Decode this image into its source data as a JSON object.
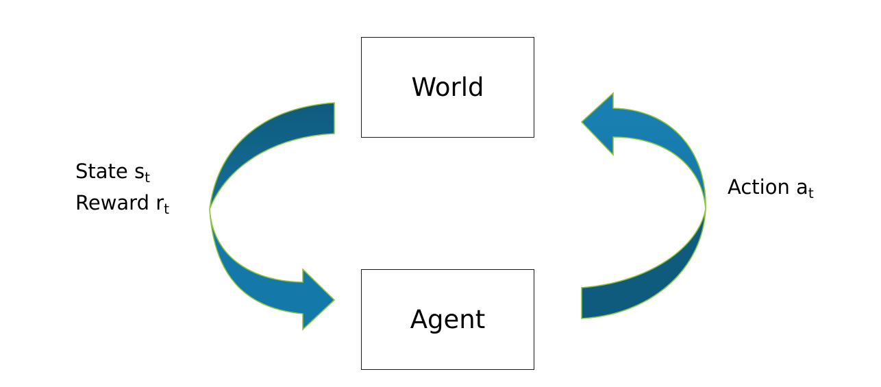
{
  "diagram": {
    "world_label": "World",
    "agent_label": "Agent",
    "left_labels": {
      "state_text": "State s",
      "state_sub": "t",
      "reward_text": "Reward r",
      "reward_sub": "t"
    },
    "right_label": {
      "action_text": "Action a",
      "action_sub": "t"
    }
  },
  "colors": {
    "arrow_front": "#1478a8",
    "arrow_back": "#0f5b7e",
    "arrow_outline": "#8ec43c",
    "box_border": "#1a1a1a"
  }
}
